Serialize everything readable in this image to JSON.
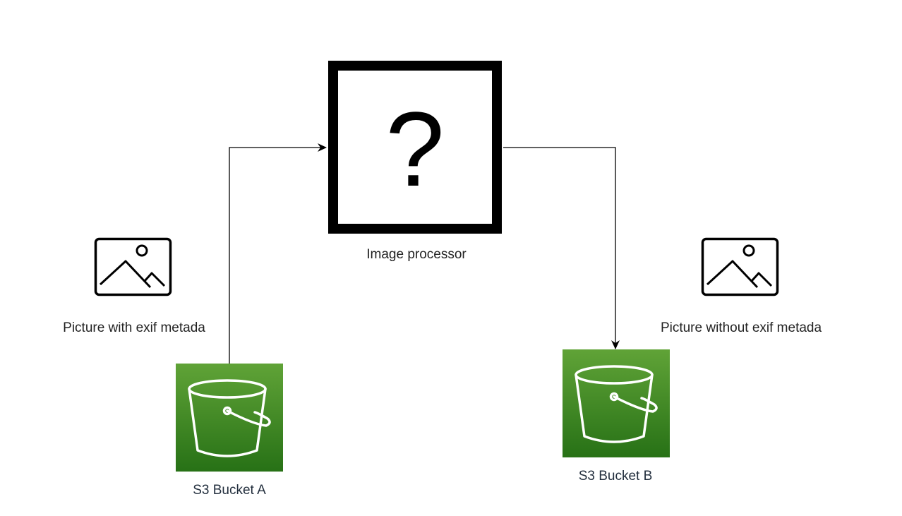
{
  "nodes": {
    "processor": {
      "icon": "question-mark-icon",
      "glyph": "?",
      "label": "Image processor"
    },
    "picture_a": {
      "icon": "image-icon",
      "label": "Picture with exif metada"
    },
    "picture_b": {
      "icon": "image-icon",
      "label": "Picture without exif metada"
    },
    "bucket_a": {
      "icon": "s3-bucket-icon",
      "label": "S3 Bucket A"
    },
    "bucket_b": {
      "icon": "s3-bucket-icon",
      "label": "S3 Bucket B"
    }
  },
  "edges": [
    {
      "from": "bucket_a",
      "to": "processor"
    },
    {
      "from": "processor",
      "to": "bucket_b"
    }
  ],
  "colors": {
    "bucket_gradient_top": "#60a337",
    "bucket_gradient_bottom": "#277116",
    "label_text": "#222222",
    "bucket_label_text": "#232f3e",
    "stroke": "#000000"
  }
}
